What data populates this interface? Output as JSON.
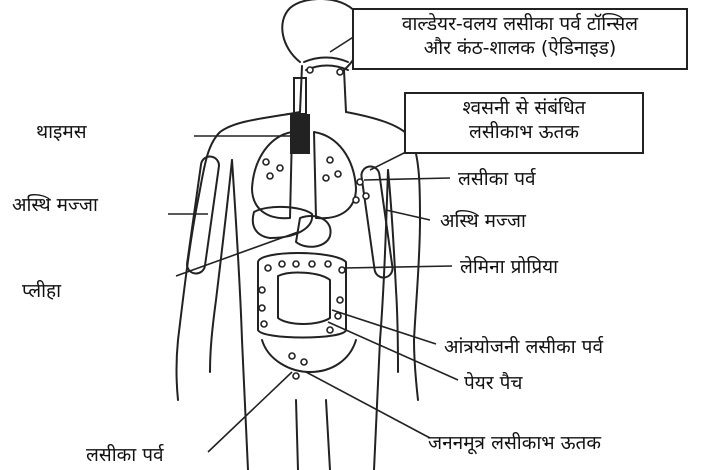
{
  "labels": {
    "waldeyer_line1": "वाल्डेयर-वलय लसीका पर्व टॉन्सिल",
    "waldeyer_line2": "और कंठ-शालक (ऐडिनाइड)",
    "respiratory_line1": "श्वसनी से संबंधित",
    "respiratory_line2": "लसीकाभ ऊतक",
    "thymus": "थाइमस",
    "bone_marrow_left": "अस्थि मज्जा",
    "spleen": "प्लीहा",
    "lymph_node_right": "लसीका पर्व",
    "bone_marrow_right": "अस्थि मज्जा",
    "lamina_propria": "लेमिना प्रोप्रिया",
    "mesenteric_node": "आंत्रयोजनी लसीका पर्व",
    "peyers_patch": "पेयर पैच",
    "lymph_node_bottom": "लसीका पर्व",
    "urogenital_tissue": "जननमूत्र लसीकाभ ऊतक"
  }
}
